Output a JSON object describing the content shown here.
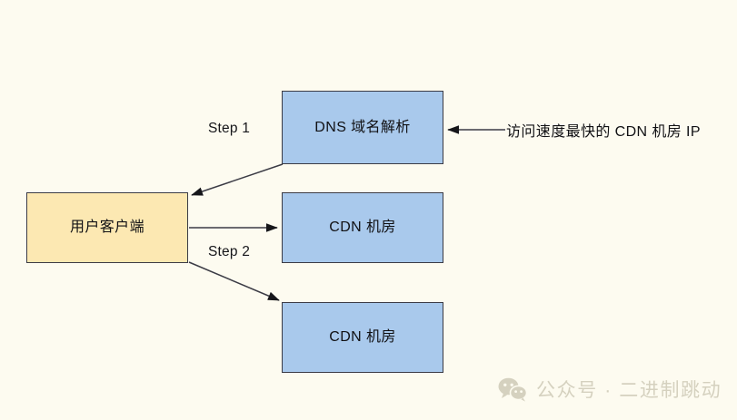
{
  "diagram": {
    "title": "CDN DNS resolution flow",
    "background_color": "#fdfbf0",
    "nodes": [
      {
        "id": "client",
        "label": "用户客户端",
        "fill": "#fce8b2",
        "stroke": "#3b3b45"
      },
      {
        "id": "dns",
        "label": "DNS 域名解析",
        "fill": "#a9c9ec",
        "stroke": "#3b3b45"
      },
      {
        "id": "cdn1",
        "label": "CDN 机房",
        "fill": "#a9c9ec",
        "stroke": "#3b3b45"
      },
      {
        "id": "cdn2",
        "label": "CDN 机房",
        "fill": "#a9c9ec",
        "stroke": "#3b3b45"
      }
    ],
    "edge_labels": {
      "step1": "Step 1",
      "step2": "Step 2"
    },
    "annotation": "访问速度最快的 CDN 机房 IP"
  },
  "watermark": {
    "icon": "wechat-icon",
    "text": "公众号 · 二进制跳动",
    "color": "#d5d1bf"
  }
}
